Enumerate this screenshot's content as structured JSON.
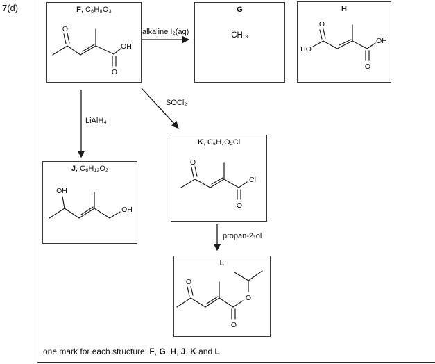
{
  "page": {
    "question_label": "7(d)"
  },
  "boxes": {
    "f": {
      "name": "F",
      "formula": ", C₆H₈O₃",
      "atoms": {
        "o_ketone": "O",
        "oh_acid": "OH",
        "o_acid": "O"
      }
    },
    "g": {
      "name": "G",
      "content": "CHI₃"
    },
    "h": {
      "name": "H",
      "atoms": {
        "ho_left": "HO",
        "o_left": "O",
        "oh_right": "OH",
        "o_right": "O"
      }
    },
    "j": {
      "name": "J",
      "formula": ", C₆H₁₂O₂",
      "atoms": {
        "oh_left": "OH",
        "oh_right": "OH"
      }
    },
    "k": {
      "name": "K",
      "formula": ", C₆H₇O₂Cl",
      "atoms": {
        "o_ketone": "O",
        "cl": "Cl",
        "o_acyl": "O"
      }
    },
    "l": {
      "name": "L",
      "atoms": {
        "o_ketone": "O",
        "o_ester": "O",
        "o_carbonyl": "O"
      }
    }
  },
  "arrows": {
    "alkaline_label": "alkaline I₂(aq)",
    "lialh4_label": "LiAlH₄",
    "socl2_label": "SOCl₂",
    "propan2ol_label": "propan-2-ol"
  },
  "footer": {
    "prefix": "one mark for each structure: ",
    "f": "F",
    "sep1": ", ",
    "g": "G",
    "sep2": ", ",
    "h": "H",
    "sep3": ", ",
    "j": "J",
    "sep4": ", ",
    "k": "K",
    "and": " and ",
    "l": "L"
  }
}
